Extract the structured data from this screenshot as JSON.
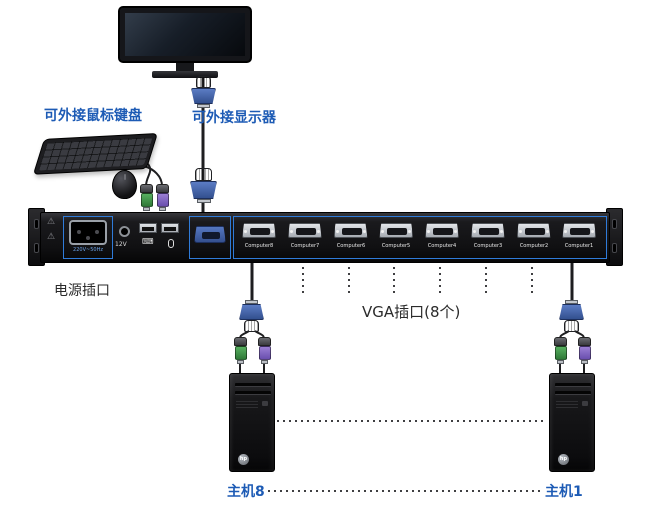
{
  "labels": {
    "external_keyboard_mouse": "可外接鼠标键盘",
    "external_monitor": "可外接显示器",
    "power_socket": "电源插口",
    "vga_ports": "VGA插口(8个)",
    "host_8": "主机8",
    "host_1": "主机1"
  },
  "device": {
    "ports": [
      "Computer8",
      "Computer7",
      "Computer6",
      "Computer5",
      "Computer4",
      "Computer3",
      "Computer2",
      "Computer1"
    ],
    "dc_label": "12V",
    "power_rating": "220V~50Hz"
  },
  "tower": {
    "logo": "hp"
  },
  "colors": {
    "label_blue": "#1d5bb5",
    "outline_blue": "#2f7bd9",
    "vga_blue": "#33508f",
    "connector_green": "#2f7a38",
    "connector_purple": "#6a4fae"
  }
}
